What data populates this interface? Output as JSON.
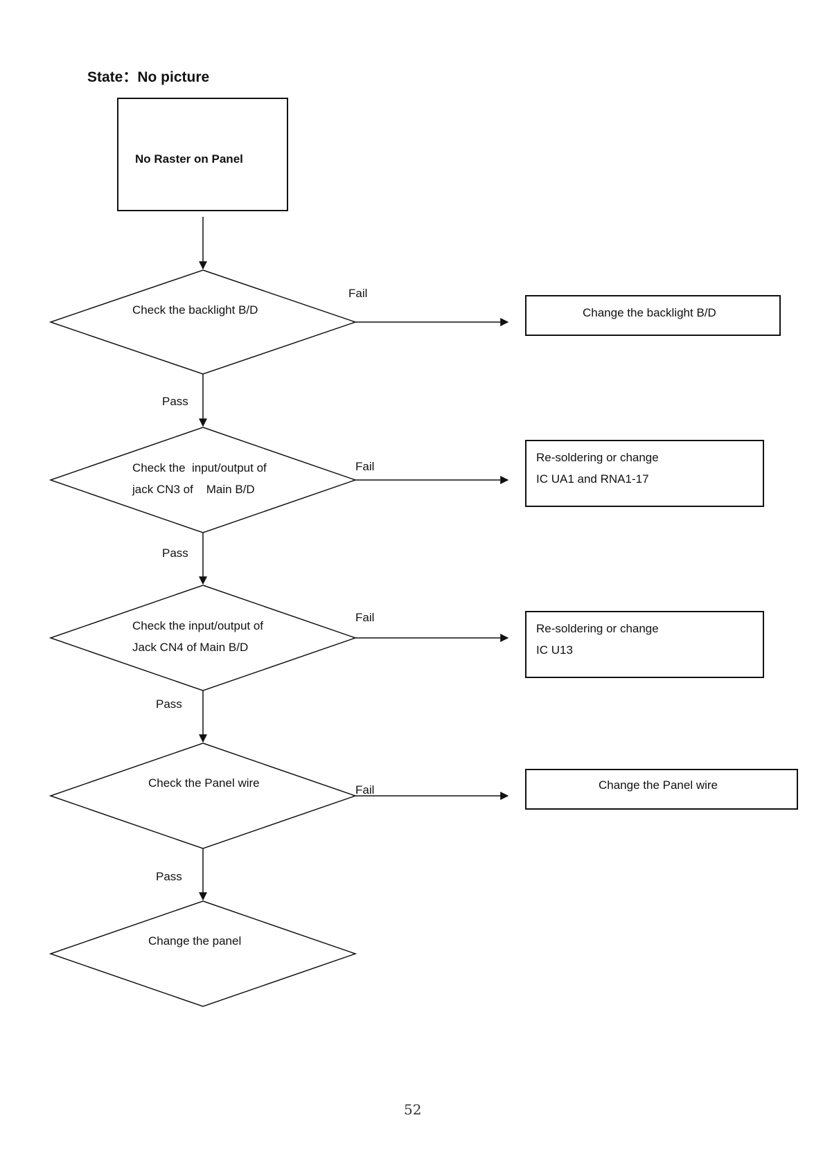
{
  "state_title": "State：No picture",
  "start_box": "No Raster on Panel",
  "checks": [
    {
      "lines": [
        "Check the backlight B/D"
      ],
      "fail_label": "Fail",
      "pass_label": "Pass",
      "action_lines": [
        "Change the backlight B/D"
      ]
    },
    {
      "lines": [
        "Check the  input/output of",
        "jack CN3 of    Main B/D"
      ],
      "fail_label": "Fail",
      "pass_label": "Pass",
      "action_lines": [
        "Re-soldering or change",
        "IC UA1 and RNA1-17"
      ]
    },
    {
      "lines": [
        "Check the input/output of",
        "Jack CN4 of Main B/D"
      ],
      "fail_label": "Fail",
      "pass_label": "Pass",
      "action_lines": [
        "Re-soldering or change",
        "IC U13"
      ]
    },
    {
      "lines": [
        "Check the Panel wire"
      ],
      "fail_label": "Fail",
      "pass_label": "Pass",
      "action_lines": [
        "Change the Panel wire"
      ]
    }
  ],
  "final_step": "Change the panel",
  "page_number": "52"
}
